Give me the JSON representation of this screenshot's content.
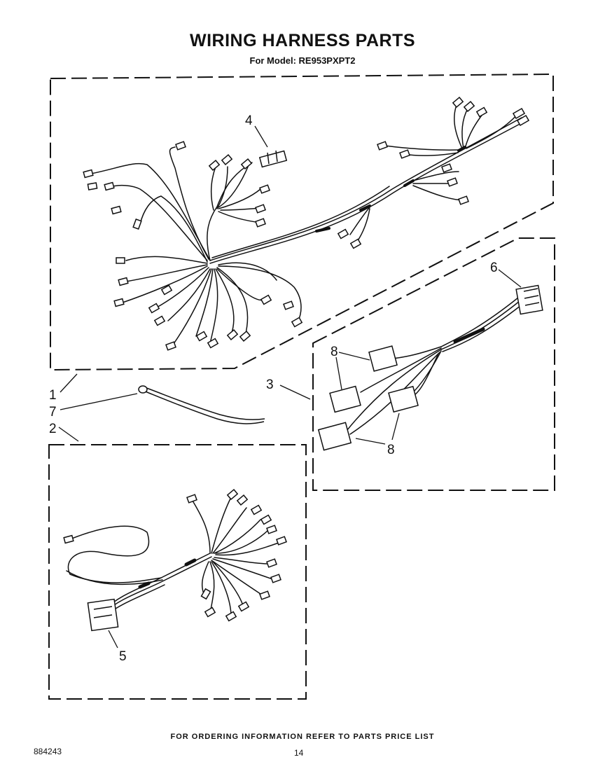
{
  "header": {
    "title": "WIRING HARNESS PARTS",
    "model_line": "For Model: RE953PXPT2"
  },
  "callouts": {
    "c1": "1",
    "c2": "2",
    "c3": "3",
    "c4": "4",
    "c5": "5",
    "c6": "6",
    "c7": "7",
    "c8a": "8",
    "c8b": "8"
  },
  "footer": {
    "ordering_note": "FOR ORDERING INFORMATION REFER TO PARTS PRICE LIST",
    "doc_number": "884243",
    "page_number": "14"
  }
}
